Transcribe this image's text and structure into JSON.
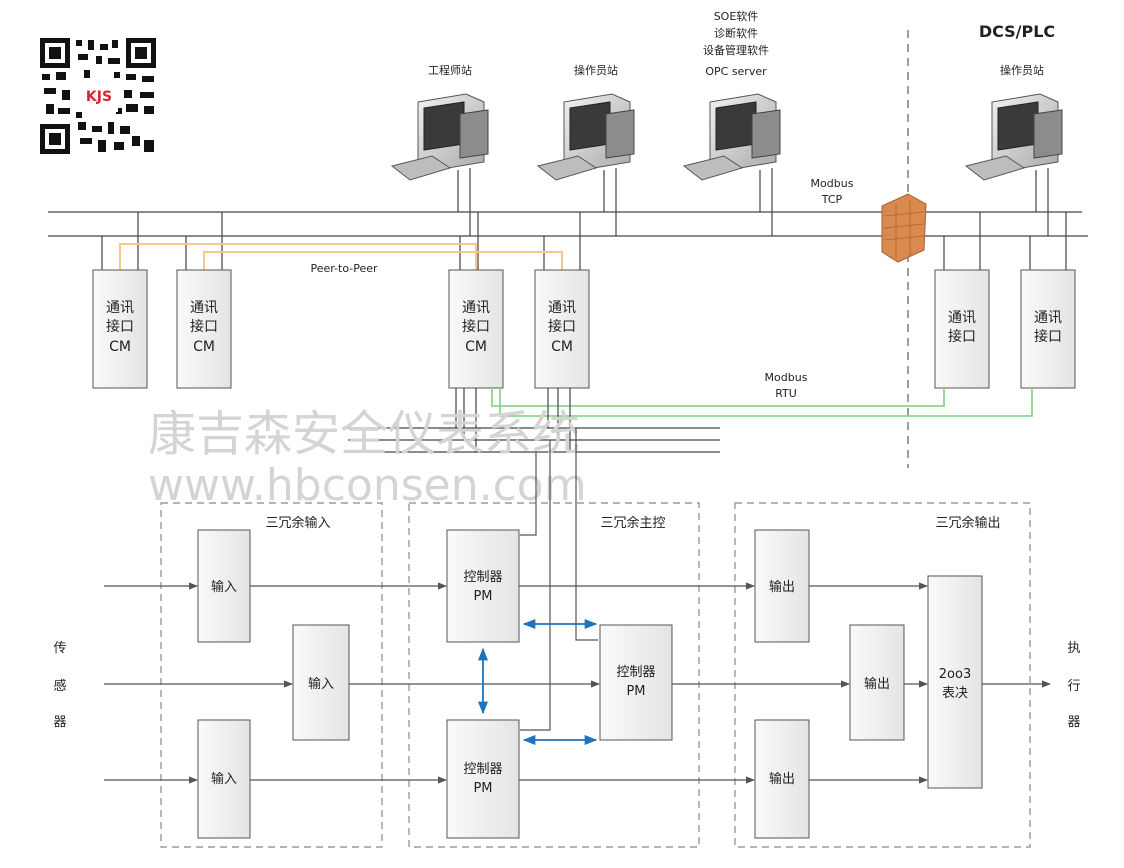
{
  "header": {
    "dcs_title": "DCS/PLC",
    "software_lines": [
      "SOE软件",
      "诊断软件",
      "设备管理软件",
      "OPC server"
    ]
  },
  "stations": {
    "engineer": "工程师站",
    "operator": "操作员站",
    "dcs_operator": "操作员站"
  },
  "network": {
    "modbus_tcp": [
      "Modbus",
      "TCP"
    ],
    "modbus_rtu": [
      "Modbus",
      "RTU"
    ],
    "peer_to_peer": "Peer-to-Peer"
  },
  "cm_modules": {
    "line1": "通讯",
    "line2": "接口",
    "line3": "CM"
  },
  "dcs_interfaces": {
    "line1": "通讯",
    "line2": "接口"
  },
  "watermark": {
    "line1": "康吉森安全仪表系统",
    "line2": "www.hbconsen.com"
  },
  "logo": {
    "text": "KJS"
  },
  "sections": {
    "input": "三冗余输入",
    "control": "三冗余主控",
    "output": "三冗余输出"
  },
  "blocks": {
    "input": "输入",
    "controller": "控制器",
    "pm": "PM",
    "output": "输出",
    "voter_line1": "2oo3",
    "voter_line2": "表决"
  },
  "side_labels": {
    "sensor": [
      "传",
      "感",
      "器"
    ],
    "actuator": [
      "执",
      "行",
      "器"
    ]
  },
  "colors": {
    "peer_line": "#f5c98a",
    "rtu_line": "#8fd48f",
    "sync_arrow": "#1e73be",
    "firewall": "#d98a4e",
    "watermark": "#d4d4d4",
    "box_fill": "#eeeeee"
  }
}
